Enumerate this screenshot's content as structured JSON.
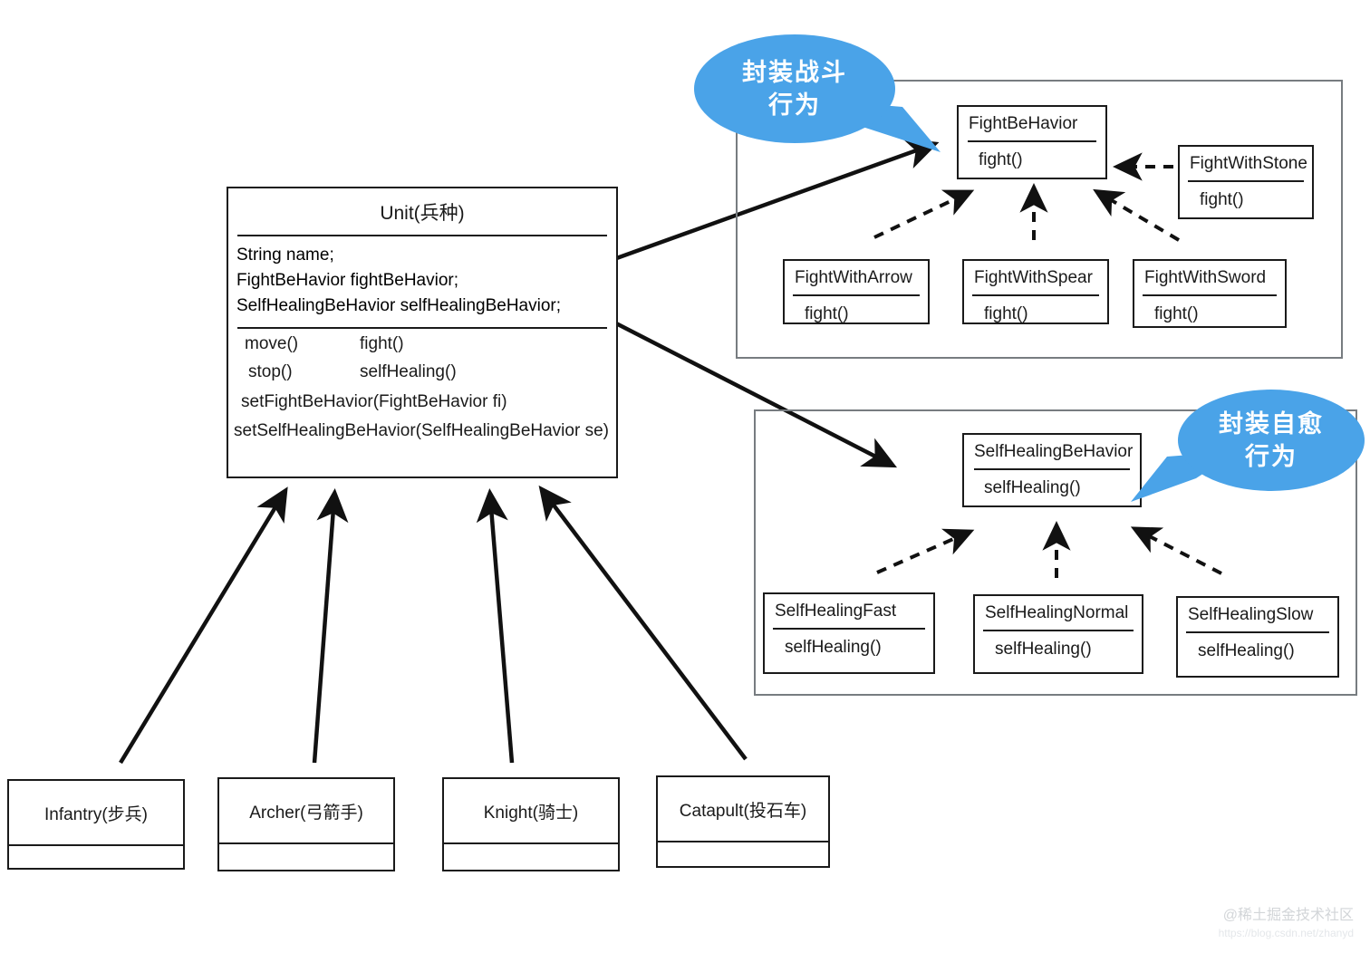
{
  "diagram": {
    "title": "Strategy pattern UML class diagram",
    "colors": {
      "bubble_blue": "#4aa3e8",
      "line_black": "#1a1a1a",
      "frame_gray": "#777c80",
      "watermark_gray": "#d2d5d8"
    }
  },
  "unit_class": {
    "name": "Unit(兵种)",
    "attributes": [
      "String name;",
      "FightBeHavior fightBeHavior;",
      "SelfHealingBeHavior selfHealingBeHavior;"
    ],
    "operations": [
      "move()",
      "stop()",
      "fight()",
      "selfHealing()",
      "setFightBeHavior(FightBeHavior fi)",
      "setSelfHealingBeHavior(SelfHealingBeHavior se)"
    ]
  },
  "subclasses": [
    {
      "name": "Infantry(步兵)"
    },
    {
      "name": "Archer(弓箭手)"
    },
    {
      "name": "Knight(骑士)"
    },
    {
      "name": "Catapult(投石车)"
    }
  ],
  "fight_group": {
    "callout": {
      "line1": "封装战斗",
      "line2": "行为"
    },
    "interface": {
      "name": "FightBeHavior",
      "method": "fight()"
    },
    "implementations": [
      {
        "name": "FightWithStone",
        "method": "fight()"
      },
      {
        "name": "FightWithArrow",
        "method": "fight()"
      },
      {
        "name": "FightWithSpear",
        "method": "fight()"
      },
      {
        "name": "FightWithSword",
        "method": "fight()"
      }
    ]
  },
  "heal_group": {
    "callout": {
      "line1": "封装自愈",
      "line2": "行为"
    },
    "interface": {
      "name": "SelfHealingBeHavior",
      "method": "selfHealing()"
    },
    "implementations": [
      {
        "name": "SelfHealingFast",
        "method": "selfHealing()"
      },
      {
        "name": "SelfHealingNormal",
        "method": "selfHealing()"
      },
      {
        "name": "SelfHealingSlow",
        "method": "selfHealing()"
      }
    ]
  },
  "watermark": {
    "handle": "@稀土掘金技术社区",
    "url": "https://blog.csdn.net/zhanyd"
  }
}
